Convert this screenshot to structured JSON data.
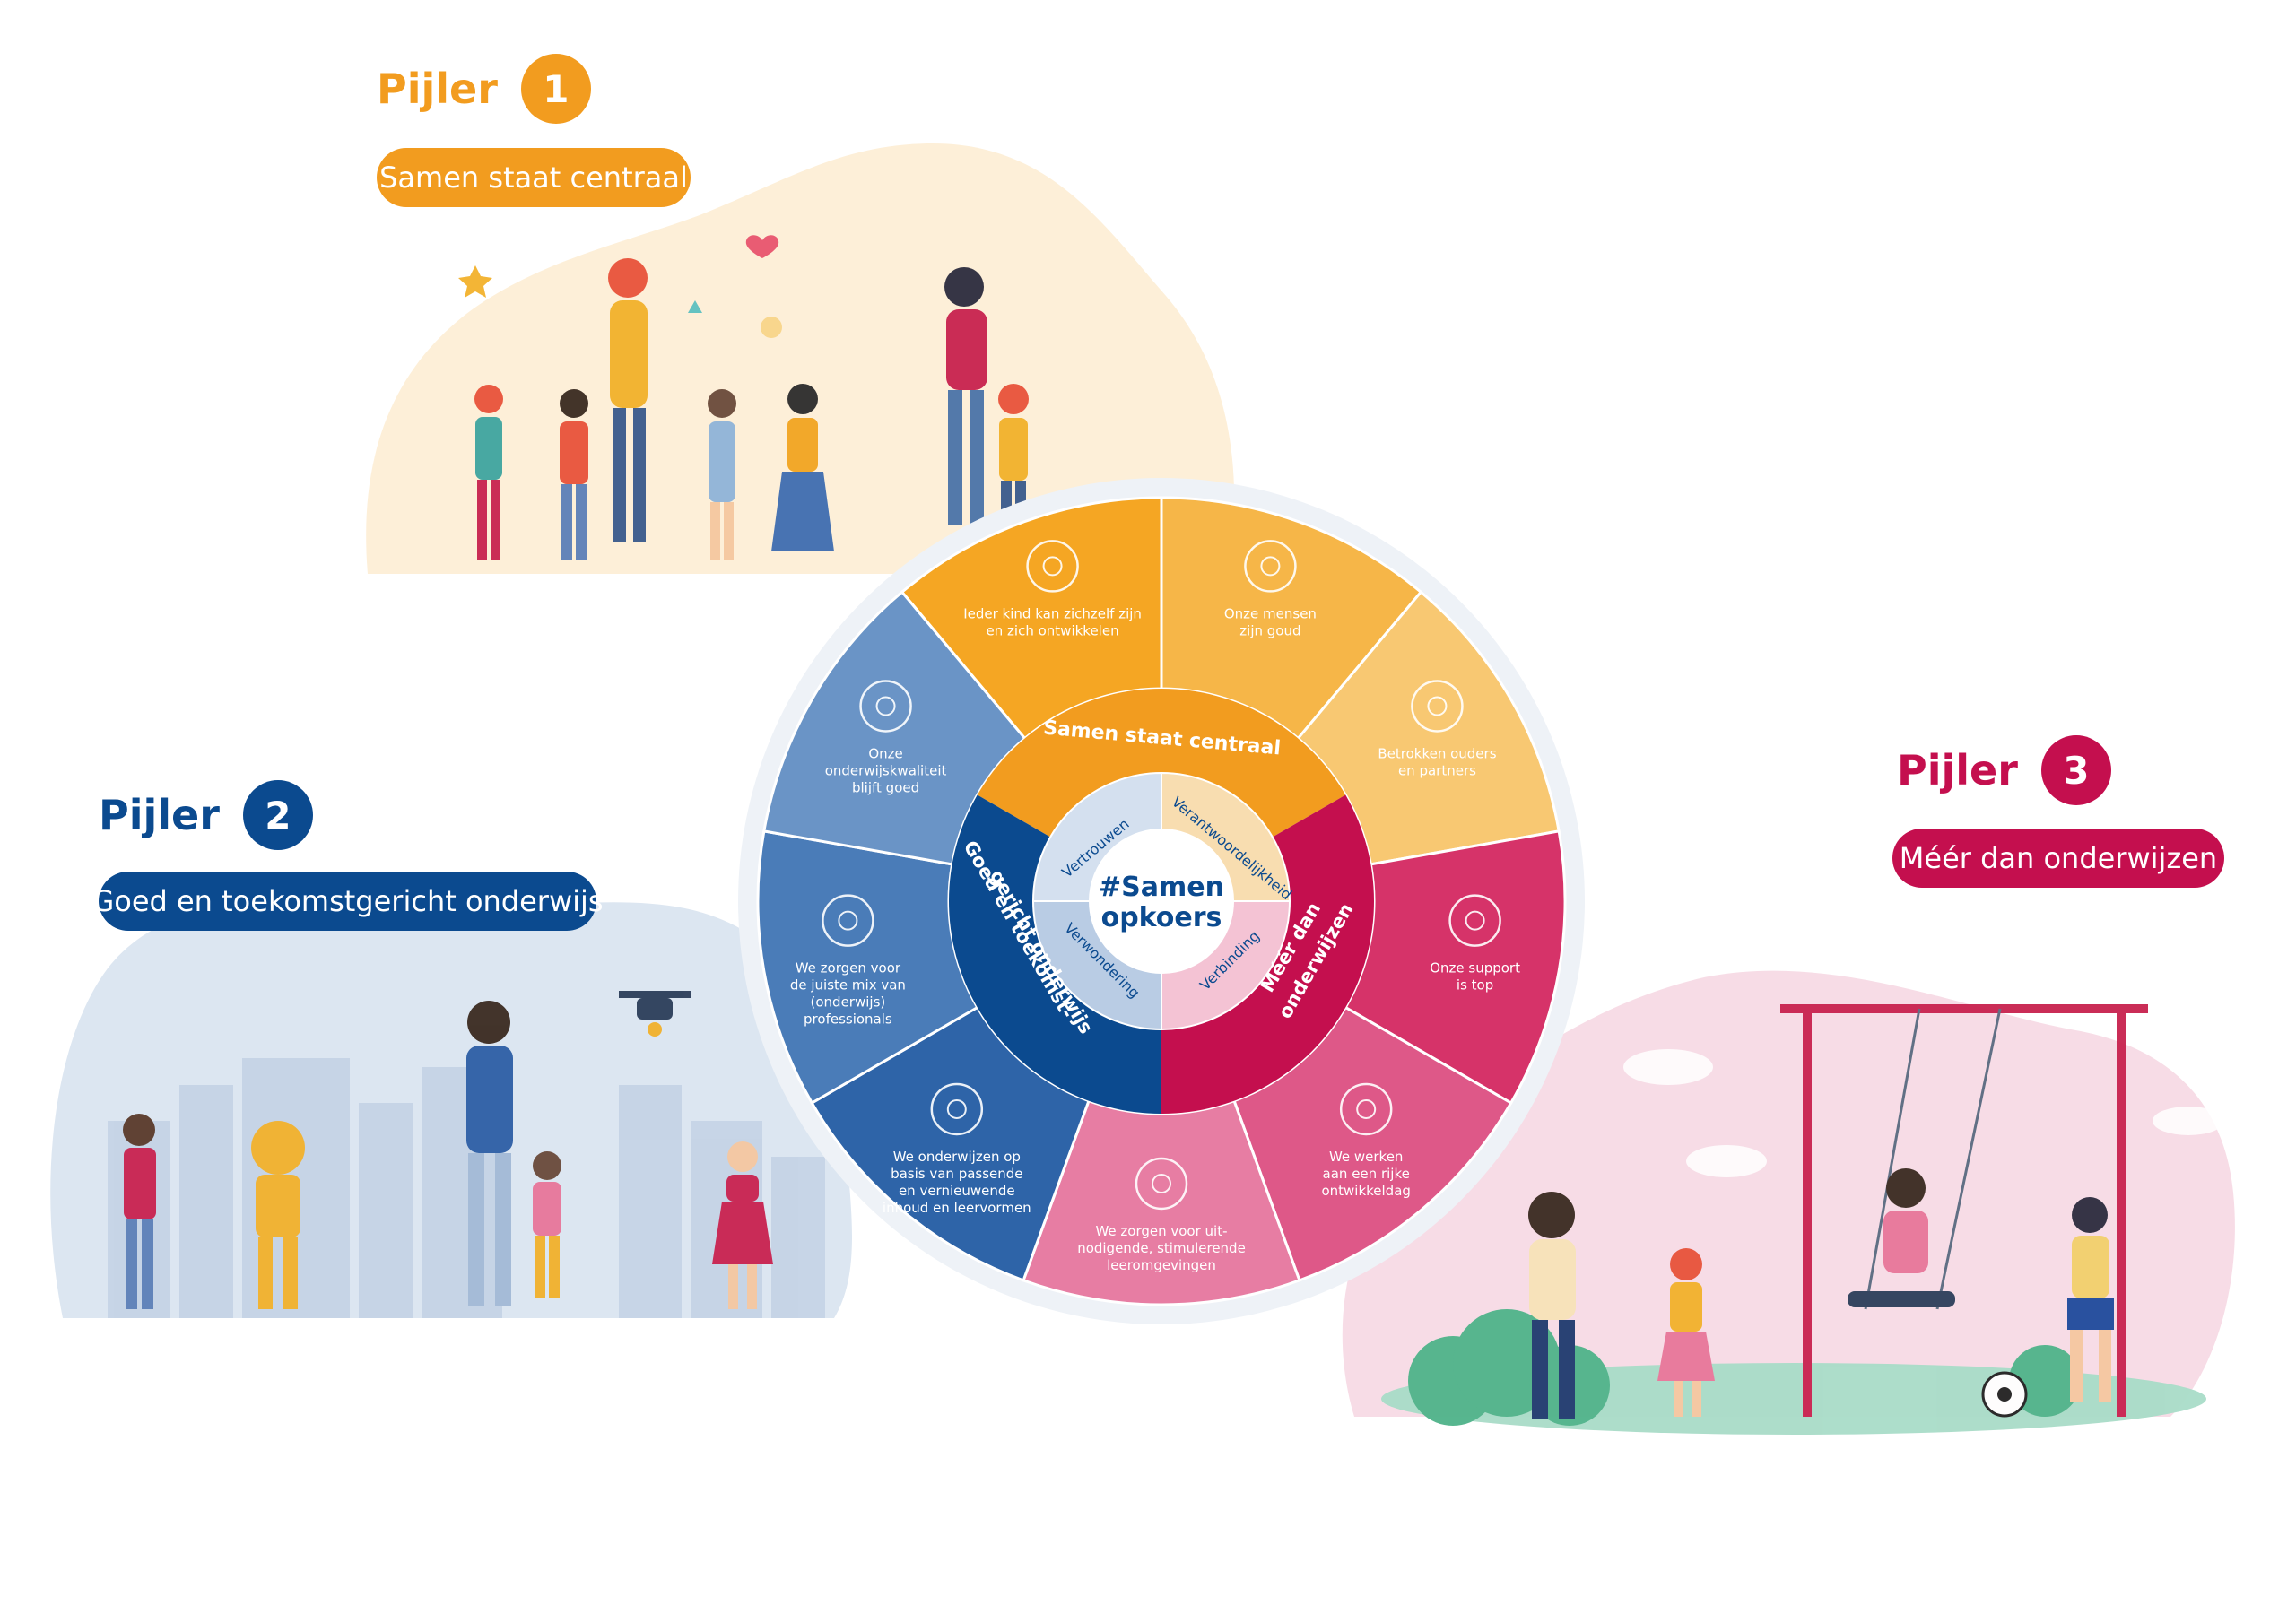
{
  "colors": {
    "orange": "#F29C1F",
    "navy": "#0B4A8F",
    "crimson": "#C40F4E",
    "pink": "#E06691",
    "light_orange_blob": "#FDEFD8",
    "light_blue_blob": "#DCE6F1",
    "light_pink_blob": "#F7DCE6"
  },
  "pillars": [
    {
      "word": "Pijler",
      "number": "1",
      "subtitle": "Samen staat centraal"
    },
    {
      "word": "Pijler",
      "number": "2",
      "subtitle": "Goed en toekomstgericht onderwijs"
    },
    {
      "word": "Pijler",
      "number": "3",
      "subtitle": "Méér dan onderwijzen"
    }
  ],
  "wheel": {
    "center": [
      "#Samen",
      "opkoers"
    ],
    "values": [
      "Vertrouwen",
      "Verantwoordelijkheid",
      "Verbinding",
      "Verwondering"
    ],
    "ring_labels": {
      "pillar1": "Samen staat centraal",
      "pillar2": [
        "Goed en toekomst-",
        "gericht onderwijs"
      ],
      "pillar3": [
        "Méér dan",
        "onderwijzen"
      ]
    },
    "segments": [
      {
        "icon": "globe-icon",
        "lines": [
          "Ieder kind kan zichzelf zijn",
          "en zich ontwikkelen"
        ]
      },
      {
        "icon": "heart-icon",
        "lines": [
          "Onze mensen",
          "zijn goud"
        ]
      },
      {
        "icon": "handshake-icon",
        "lines": [
          "Betrokken ouders",
          "en partners"
        ]
      },
      {
        "icon": "cycle-icon",
        "lines": [
          "Onze support",
          "is top"
        ]
      },
      {
        "icon": "lightbulb-icon",
        "lines": [
          "We werken",
          "aan een rijke",
          "ontwikkeldag"
        ]
      },
      {
        "icon": "football-icon",
        "lines": [
          "We zorgen voor uit-",
          "nodigende, stimulerende",
          "leeromgevingen"
        ]
      },
      {
        "icon": "laptop-icon",
        "lines": [
          "We onderwijzen op",
          "basis van passende",
          "en vernieuwende",
          "inhoud en leervormen"
        ]
      },
      {
        "icon": "graduation-cap-icon",
        "lines": [
          "We zorgen voor",
          "de juiste mix van",
          "(onderwijs)",
          "professionals"
        ]
      },
      {
        "icon": "award-badge-icon",
        "lines": [
          "Onze",
          "onderwijskwaliteit",
          "blijft goed"
        ]
      }
    ]
  }
}
